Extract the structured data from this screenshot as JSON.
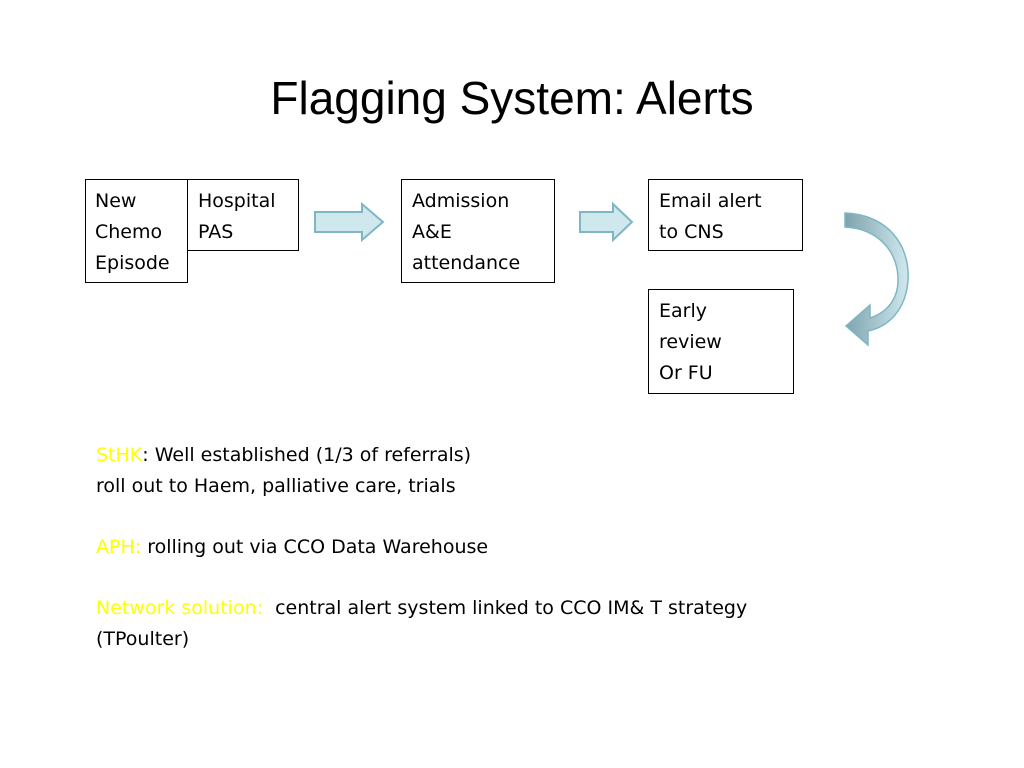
{
  "title": "Flagging System: Alerts",
  "flow": {
    "new_chemo": [
      "New",
      "Chemo",
      "Episode"
    ],
    "hospital_pas": [
      "Hospital",
      "PAS"
    ],
    "admission": [
      "Admission",
      "A&E",
      "attendance"
    ],
    "email_alert": [
      "Email alert",
      "to CNS"
    ],
    "early_review": [
      "Early",
      "review",
      "Or FU"
    ]
  },
  "colors": {
    "arrow_fill": "#cfe8ee",
    "arrow_stroke": "#7fb6c4",
    "curved_arrow_dark": "#7ea3ad",
    "highlight": "#ffff00"
  },
  "notes": {
    "sthk_label": "StHK",
    "sthk_text": ": Well established (1/3 of referrals)",
    "sthk_line2": "roll out to Haem, palliative care, trials",
    "aph_label": "APH:",
    "aph_text": " rolling out via CCO Data Warehouse",
    "network_label": "Network solution:",
    "network_text": "  central alert system linked to CCO IM& T strategy",
    "network_line2": "(TPoulter)"
  }
}
